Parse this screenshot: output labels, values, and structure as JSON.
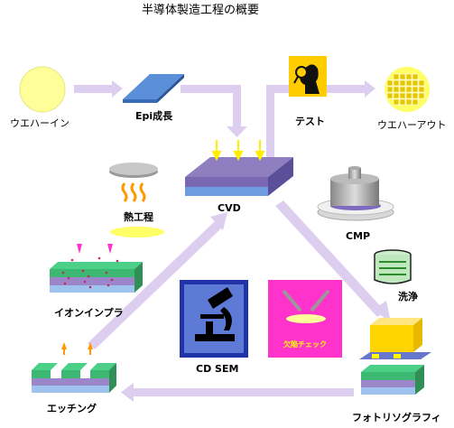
{
  "title": "半導体製造工程の概要",
  "steps": {
    "wafer_in": "ウエハーイン",
    "epi": "Epi成長",
    "test": "テスト",
    "wafer_out": "ウエハーアウト",
    "heat": "熱工程",
    "cvd": "CVD",
    "cmp": "CMP",
    "wash": "洗浄",
    "implant": "イオンインプラ",
    "cdsem": "CD SEM",
    "defect": "欠陥チェック",
    "etch": "エッチング",
    "photo": "フォトリソグラフィ"
  },
  "colors": {
    "flow_arrow": "#d9c8ec",
    "wafer": "#ffff99",
    "layer_blue": "#6fa8dc",
    "layer_purple": "#9a86c8",
    "layer_green": "#5cc98a",
    "yellow_box": "#ffcc00",
    "magenta_box": "#ff33cc",
    "blue_box": "#2233aa"
  },
  "icons": [
    "sun-wafer-icon",
    "inspector-icon",
    "chip-wafer-icon",
    "microscope-icon",
    "defect-check-icon",
    "washer-icon",
    "cmp-pad-icon"
  ]
}
